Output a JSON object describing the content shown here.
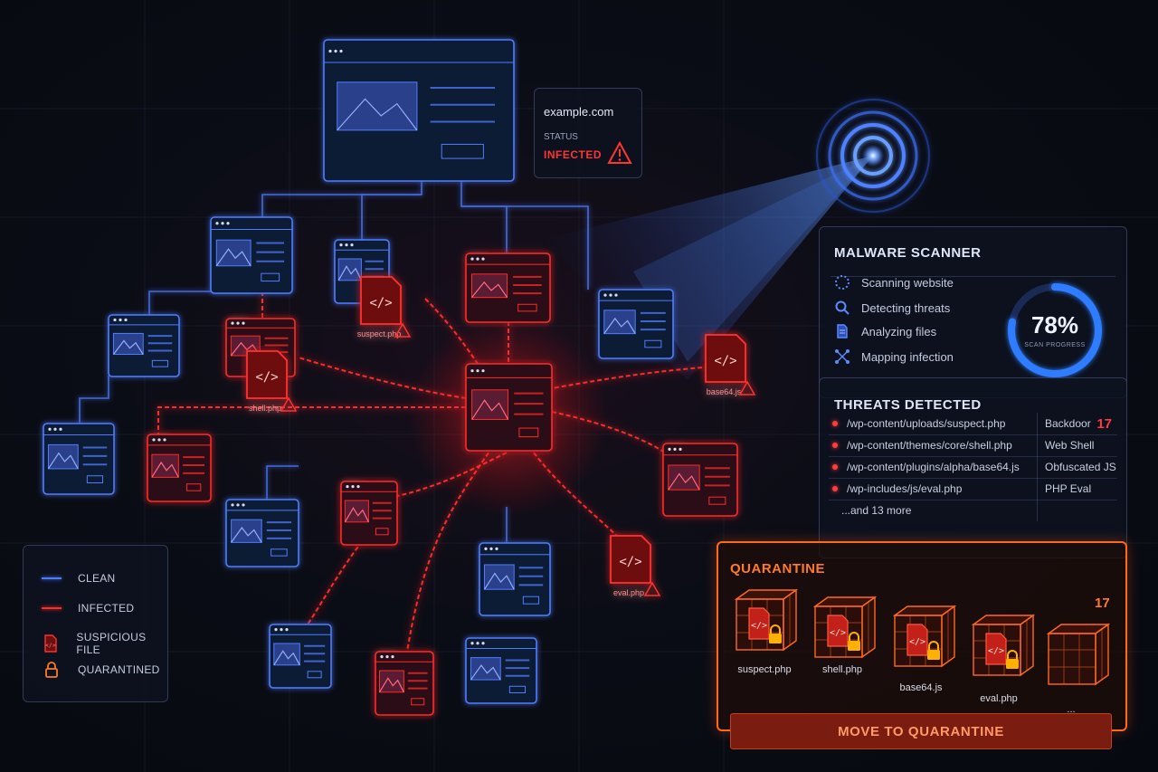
{
  "site_card": {
    "domain": "example.com",
    "status_label": "STATUS",
    "status_value": "INFECTED"
  },
  "scanner": {
    "title": "MALWARE SCANNER",
    "steps": [
      {
        "label": "Scanning website",
        "icon": "loading-dots-icon"
      },
      {
        "label": "Detecting threats",
        "icon": "search-icon"
      },
      {
        "label": "Analyzing files",
        "icon": "document-icon"
      },
      {
        "label": "Mapping infection",
        "icon": "network-icon"
      }
    ],
    "progress_percent": 78,
    "progress_text": "78%",
    "progress_label": "SCAN PROGRESS"
  },
  "threats": {
    "title": "THREATS DETECTED",
    "count": "17",
    "rows": [
      {
        "path": "/wp-content/uploads/suspect.php",
        "type": "Backdoor"
      },
      {
        "path": "/wp-content/themes/core/shell.php",
        "type": "Web Shell"
      },
      {
        "path": "/wp-content/plugins/alpha/base64.js",
        "type": "Obfuscated JS"
      },
      {
        "path": "/wp-includes/js/eval.php",
        "type": "PHP Eval"
      }
    ],
    "more": "...and 13 more"
  },
  "quarantine": {
    "title": "QUARANTINE",
    "count": "17",
    "files": [
      "suspect.php",
      "shell.php",
      "base64.js",
      "eval.php",
      "..."
    ],
    "button": "MOVE TO QUARANTINE"
  },
  "legend": {
    "items": [
      {
        "label": "CLEAN",
        "icon": "clean-line-icon"
      },
      {
        "label": "INFECTED",
        "icon": "infected-line-icon"
      },
      {
        "label": "SUSPICIOUS FILE",
        "icon": "suspicious-file-icon"
      },
      {
        "label": "QUARANTINED",
        "icon": "lock-icon"
      }
    ]
  },
  "file_tags": {
    "suspect": "suspect.php",
    "shell": "shell.php",
    "base64": "base64.js",
    "eval": "eval.php"
  },
  "colors": {
    "clean": "#4f7cff",
    "infected": "#ff2a2a",
    "quarantine": "#ff6a1a",
    "scanner_beam": "#2f6bff"
  }
}
